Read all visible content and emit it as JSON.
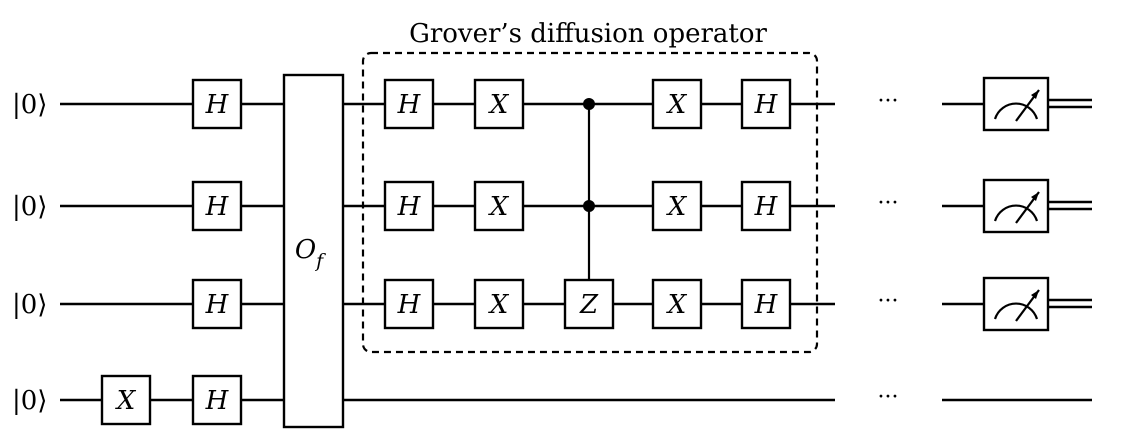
{
  "title": "Grover’s diffusion operator",
  "qubits": [
    {
      "ket": "|0⟩"
    },
    {
      "ket": "|0⟩"
    },
    {
      "ket": "|0⟩"
    },
    {
      "ket": "|0⟩"
    }
  ],
  "gates": {
    "x": "X",
    "h": "H",
    "z": "Z",
    "oracle": "O",
    "oracle_subscript": "f"
  },
  "ellipsis": "···",
  "colors": {
    "line": "#000000",
    "background": "#ffffff"
  }
}
